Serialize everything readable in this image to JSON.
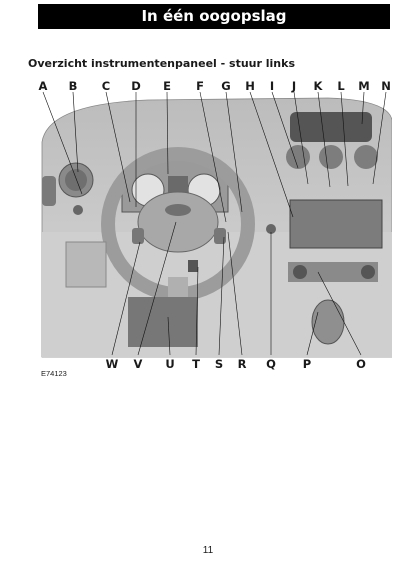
{
  "header": {
    "title": "In één oogopslag"
  },
  "section": {
    "title": "Overzicht instrumentenpaneel - stuur links"
  },
  "figure": {
    "code": "E74123",
    "top_labels": [
      "A",
      "B",
      "C",
      "D",
      "E",
      "F",
      "G",
      "H",
      "I",
      "J",
      "K",
      "L",
      "M",
      "N"
    ],
    "bottom_labels": [
      "W",
      "V",
      "U",
      "T",
      "S",
      "R",
      "Q",
      "P",
      "O"
    ]
  },
  "page": {
    "number": "11"
  },
  "colors": {
    "header_bg": "#000000",
    "header_text": "#ffffff",
    "illustration": "#c8c8c8"
  }
}
